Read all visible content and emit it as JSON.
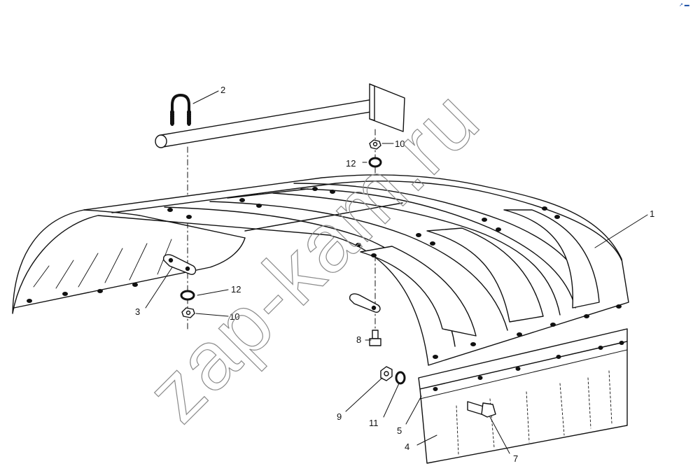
{
  "watermark": "zap-kam.ru",
  "corner_mark": "↗ ▬",
  "callouts": {
    "c1": "1",
    "c2": "2",
    "c3": "3",
    "c4": "4",
    "c5": "5",
    "c7": "7",
    "c8": "8",
    "c9": "9",
    "c10_top": "10",
    "c10_bottom": "10",
    "c11": "11",
    "c12_top": "12",
    "c12_bottom": "12"
  }
}
